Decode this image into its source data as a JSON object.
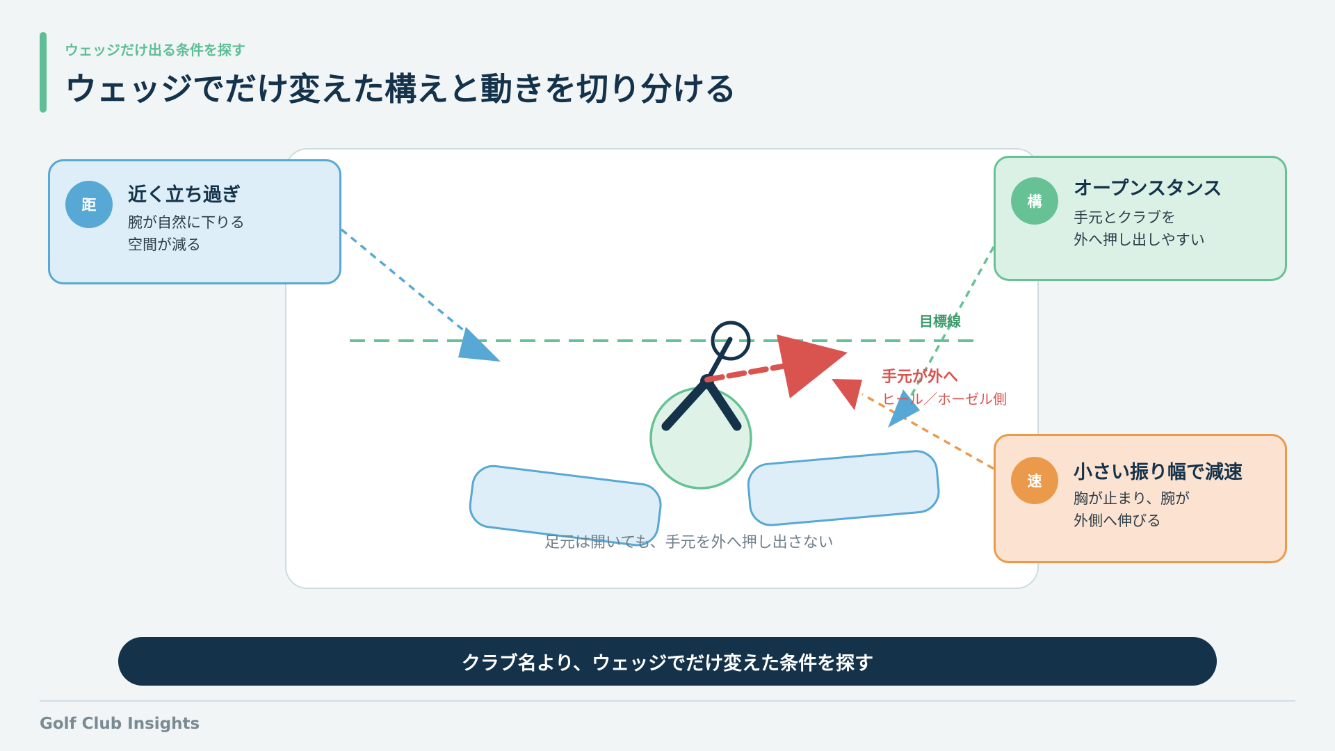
{
  "header": {
    "eyebrow": "ウェッジだけ出る条件を探す",
    "title": "ウェッジでだけ変えた構えと動きを切り分ける"
  },
  "cards": {
    "distance": {
      "badge": "距",
      "title": "近く立ち過ぎ",
      "body": "腕が自然に下りる\n空間が減る",
      "color": "#57a8d4"
    },
    "stance": {
      "badge": "構",
      "title": "オープンスタンス",
      "body": "手元とクラブを\n外へ押し出しやすい",
      "color": "#66c295"
    },
    "speed": {
      "badge": "速",
      "title": "小さい振り幅で減速",
      "body": "胸が止まり、腕が\n外側へ伸びる",
      "color": "#ea9a4a"
    }
  },
  "diagram": {
    "target_line_label": "目標線",
    "hands_out_label": "手元が外へ",
    "heel_label": "ヒール／ホーゼル側",
    "feet_caption": "足元は開いても、手元を外へ押し出さない",
    "colors": {
      "target": "#66c295",
      "hands": "#d9534f",
      "distance": "#57a8d4",
      "speed": "#ea9a4a",
      "body": "#14324a"
    }
  },
  "banner": "クラブ名より、ウェッジでだけ変えた条件を探す",
  "footer": "Golf Club Insights"
}
